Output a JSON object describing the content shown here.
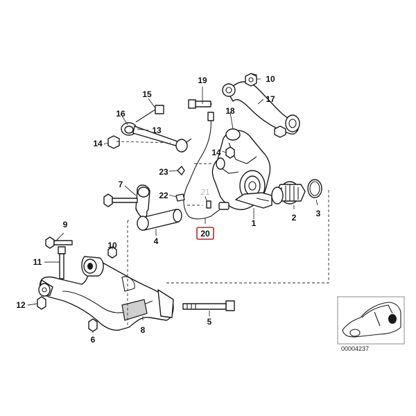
{
  "callouts": {
    "c1": "1",
    "c2": "2",
    "c3": "3",
    "c4": "4",
    "c5": "5",
    "c6": "6",
    "c7": "7",
    "c8": "8",
    "c9": "9",
    "c10a": "10",
    "c10b": "10",
    "c11": "11",
    "c12": "12",
    "c13": "13",
    "c14a": "14",
    "c14b": "14",
    "c15": "15",
    "c16": "16",
    "c17": "17",
    "c18": "18",
    "c19": "19",
    "c20": "20",
    "c21": "21",
    "c22": "22",
    "c23": "23"
  },
  "highlighted_part": "20",
  "reference_number": "00004237",
  "colors": {
    "highlight": "#cc1f1f",
    "line": "#1a1a1a",
    "faded": "#b8b8b8"
  }
}
